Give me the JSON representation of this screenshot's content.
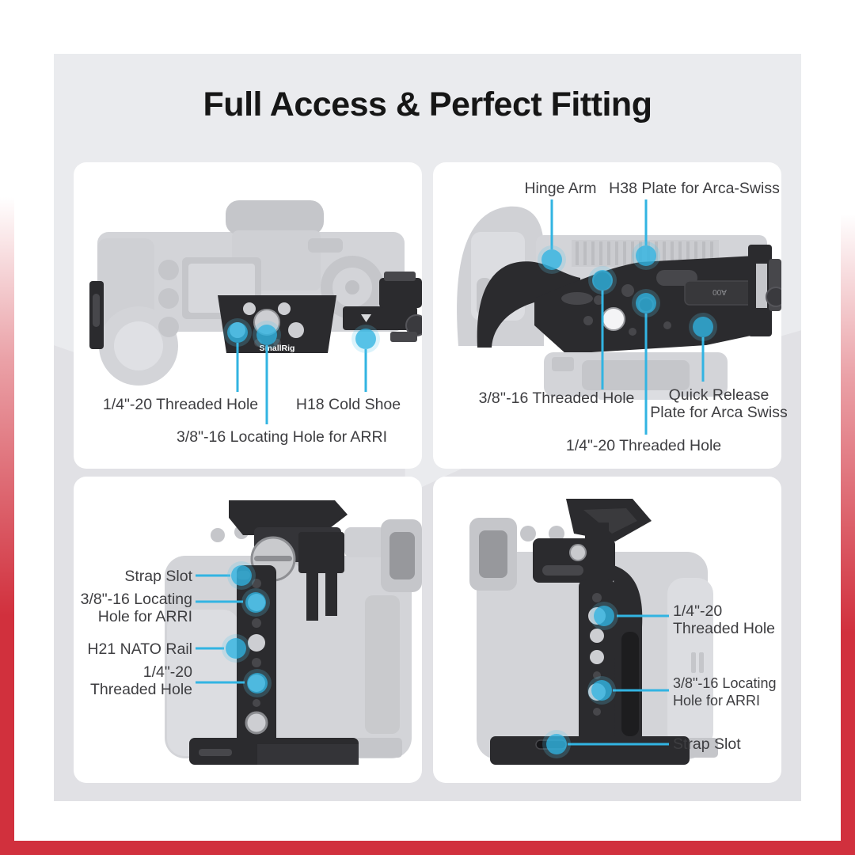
{
  "title": "Full Access & Perfect Fitting",
  "colors": {
    "accent_cyan": "#32b4e2",
    "frame_red": "#d1303d",
    "canvas_gray": "#eaebee",
    "panel_white": "#ffffff",
    "title_text": "#161616",
    "label_text": "#3e3e41",
    "cage_black": "#2b2b2e"
  },
  "panels": [
    {
      "name": "top-plate-view",
      "engraving": "SmallRig",
      "callouts": [
        {
          "id": "quarter-20-threaded-hole",
          "lines": [
            "1/4\"-20 Threaded Hole"
          ]
        },
        {
          "id": "arri-locating-hole",
          "lines": [
            "3/8\"-16 Locating Hole for ARRI"
          ]
        },
        {
          "id": "h18-cold-shoe",
          "lines": [
            "H18 Cold Shoe"
          ]
        }
      ]
    },
    {
      "name": "bottom-plate-view",
      "engraving": "A00",
      "callouts": [
        {
          "id": "hinge-arm",
          "lines": [
            "Hinge Arm"
          ]
        },
        {
          "id": "h38-arca-swiss-plate",
          "lines": [
            "H38 Plate for Arca-Swiss"
          ]
        },
        {
          "id": "three-eighth-threaded-hole",
          "lines": [
            "3/8''-16 Threaded Hole"
          ]
        },
        {
          "id": "quick-release-plate",
          "lines": [
            "Quick Release",
            "Plate for Arca Swiss"
          ]
        },
        {
          "id": "quarter-20-threaded-hole",
          "lines": [
            "1/4\"-20 Threaded Hole"
          ]
        }
      ]
    },
    {
      "name": "left-side-view",
      "callouts": [
        {
          "id": "strap-slot",
          "lines": [
            "Strap Slot"
          ]
        },
        {
          "id": "arri-locating-hole",
          "lines": [
            "3/8\"-16 Locating",
            "Hole for ARRI"
          ]
        },
        {
          "id": "h21-nato-rail",
          "lines": [
            "H21 NATO Rail"
          ]
        },
        {
          "id": "quarter-20-threaded-hole",
          "lines": [
            "1/4\"-20",
            "Threaded Hole"
          ]
        }
      ]
    },
    {
      "name": "right-side-view",
      "callouts": [
        {
          "id": "quarter-20-threaded-hole",
          "lines": [
            "1/4\"-20",
            "Threaded Hole"
          ]
        },
        {
          "id": "arri-locating-hole",
          "lines": [
            "3/8\"-16 Locating",
            "Hole for ARRI"
          ]
        },
        {
          "id": "strap-slot",
          "lines": [
            "Strap Slot"
          ]
        }
      ]
    }
  ]
}
